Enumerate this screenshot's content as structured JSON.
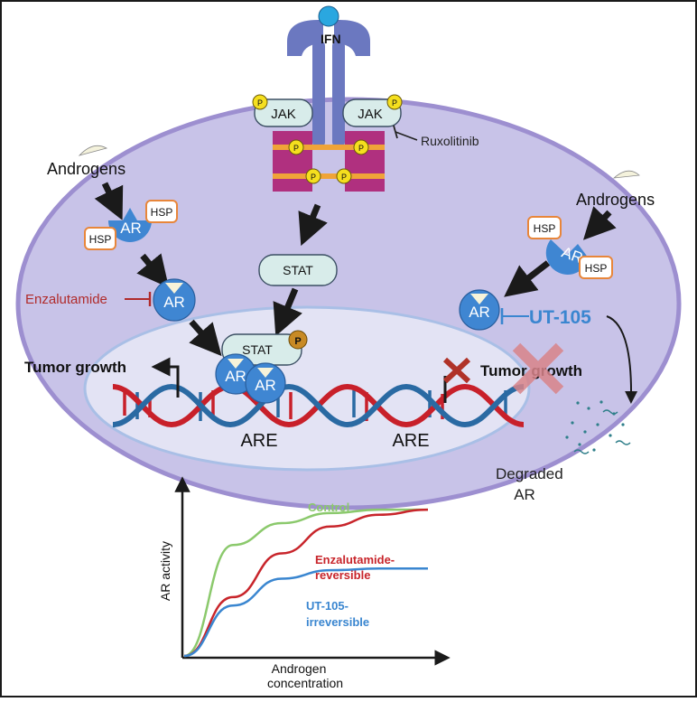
{
  "receptor": {
    "ligand": "IFN",
    "jak_left": "JAK",
    "jak_right": "JAK",
    "phospho": "P",
    "inhibitor": "Ruxolitinib"
  },
  "left_pathway": {
    "androgens": "Androgens",
    "ar": "AR",
    "hsp_top": "HSP",
    "hsp_bottom": "HSP",
    "inhibitor": "Enzalutamide",
    "ar_free": "AR"
  },
  "right_pathway": {
    "androgens": "Androgens",
    "ar": "AR",
    "hsp_top": "HSP",
    "hsp_bottom": "HSP",
    "ar_free": "AR",
    "inhibitor": "UT-105",
    "degraded_line1": "Degraded",
    "degraded_line2": "AR"
  },
  "nucleus": {
    "stat_cyto": "STAT",
    "stat_nuc": "STAT",
    "phospho": "P",
    "ar1": "AR",
    "ar2": "AR",
    "tumor_growth_left": "Tumor growth",
    "tumor_growth_right": "Tumor growth",
    "are_left": "ARE",
    "are_right": "ARE"
  },
  "colors": {
    "cell_fill": "#c8c3e8",
    "cell_stroke": "#9d8fd0",
    "nucleus_fill": "#e3e3f4",
    "ar_blue": "#3f86d2",
    "dna_red": "#c8202a",
    "dna_blue": "#2a6aa3",
    "control": "#8bc96c",
    "enzalutamide": "#c8252b",
    "ut105": "#3a86d0",
    "hsp_border": "#e8863a",
    "phospho_yellow": "#f5df1e",
    "jak_fill": "#d8ecea",
    "receptor_magenta": "#b0307f"
  },
  "chart_data": {
    "type": "line",
    "xlabel_line1": "Androgen",
    "xlabel_line2": "concentration",
    "ylabel": "AR activity",
    "series": [
      {
        "name": "Control",
        "values": [
          0,
          0.66,
          0.79,
          0.85,
          0.87,
          0.87
        ]
      },
      {
        "name_line1": "Enzalutamide-",
        "name_line2": "reversible",
        "values": [
          0,
          0.35,
          0.61,
          0.77,
          0.84,
          0.87
        ]
      },
      {
        "name_line1": "UT-105-",
        "name_line2": "irreversible",
        "values": [
          0,
          0.3,
          0.46,
          0.51,
          0.52,
          0.52
        ]
      }
    ],
    "x": [
      0,
      1,
      2,
      3,
      4,
      5
    ],
    "grid": false
  }
}
